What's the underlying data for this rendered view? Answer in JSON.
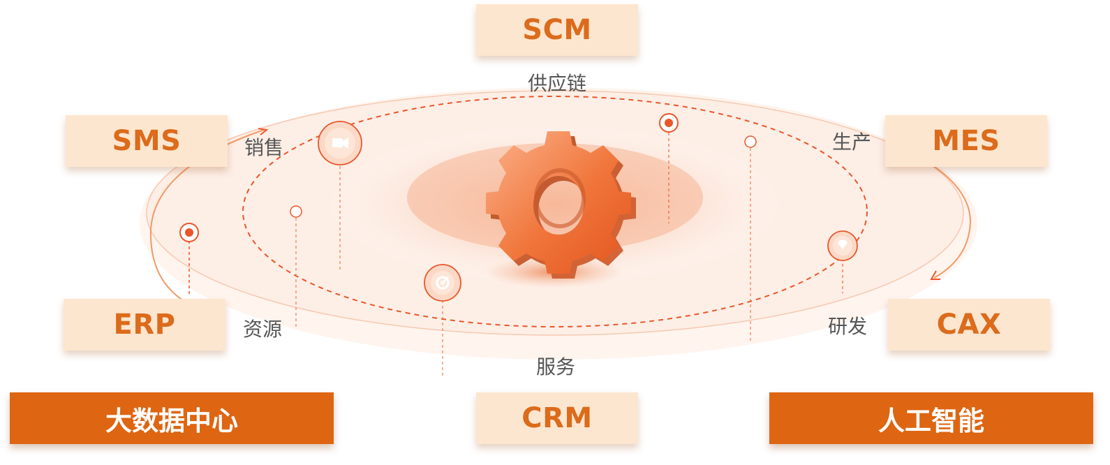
{
  "nodes": {
    "scm": "SCM",
    "sms": "SMS",
    "mes": "MES",
    "erp": "ERP",
    "cax": "CAX",
    "crm": "CRM"
  },
  "labels": {
    "supply_chain": "供应链",
    "sales": "销售",
    "production": "生产",
    "resources": "资源",
    "rnd": "研发",
    "service": "服务"
  },
  "bottom": {
    "big_data": "大数据中心",
    "ai": "人工智能"
  },
  "icons": [
    "video-icon",
    "target-icon",
    "diamond-icon",
    "dot-icon"
  ],
  "colors": {
    "accent": "#de6512",
    "box_fill": "#fde6cf",
    "box_text": "#dc6b1b",
    "gear": "#f0753a"
  }
}
